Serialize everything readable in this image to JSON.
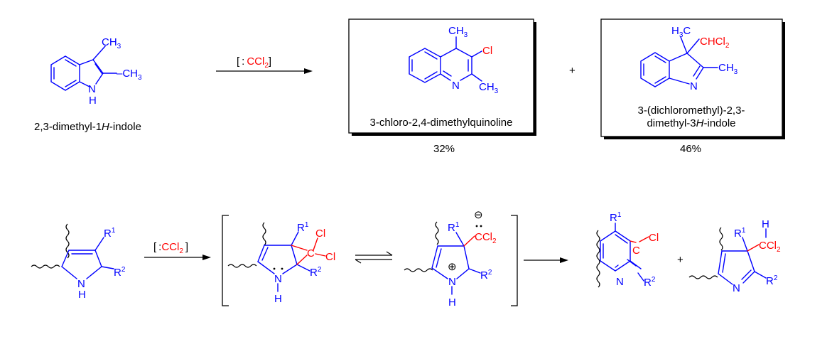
{
  "colors": {
    "structure": "#0000ff",
    "reagent": "#ff0000",
    "text": "#000000"
  },
  "top_row": {
    "reactant_name_prefix": "2,3-dimethyl-1",
    "reactant_name_italic": "H",
    "reactant_name_suffix": "-indole",
    "reactant_atoms": {
      "ch3_top": "CH",
      "ch3_side": "–CH",
      "sub3": "3",
      "n": "N",
      "h": "H"
    },
    "reagent": {
      "open": "[",
      "dots": ":",
      "ccl": "CCl",
      "sub2": "2",
      "close": "]"
    },
    "product1": {
      "name": "3-chloro-2,4-dimethylquinoline",
      "yield": "32%",
      "atoms": {
        "ch3": "CH",
        "sub3": "3",
        "cl": "Cl",
        "n": "N"
      }
    },
    "plus": "+",
    "product2": {
      "name_line1": "3-(dichloromethyl)-2,3-",
      "name_line2_prefix": "dimethyl-3",
      "name_line2_italic": "H",
      "name_line2_suffix": "-indole",
      "yield": "46%",
      "atoms": {
        "h3c": "H",
        "h3c_sub": "3",
        "h3c_c": "C",
        "chcl": "CHCl",
        "sub2": "2",
        "ch3": "CH",
        "sub3": "3",
        "n": "N"
      }
    }
  },
  "bottom_row": {
    "reagent": {
      "open": "[",
      "dots": ":",
      "ccl": "CCl",
      "sub2": "2",
      "close": "]"
    },
    "atoms": {
      "r": "R",
      "sup1": "1",
      "sup2": "2",
      "n": "N",
      "h": "H",
      "cl": "Cl",
      "c": "C",
      "ccl": "CCl",
      "sub2": "2",
      "minus": "⊖",
      "plus_circle": "⊕",
      "colon": ":"
    },
    "plus": "+"
  }
}
